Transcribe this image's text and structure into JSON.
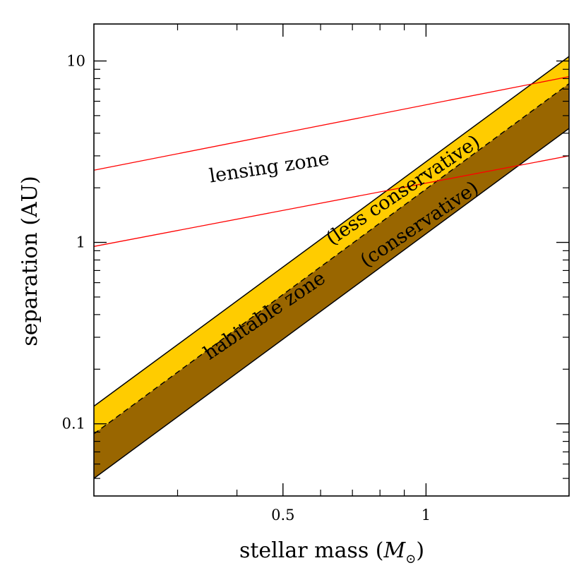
{
  "chart_data": {
    "type": "area",
    "xlabel": "stellar mass (",
    "xlabel_symbol": "M",
    "xlabel_sub": "⊙",
    "xlabel_close": ")",
    "ylabel": "separation (AU)",
    "x_scale": "log",
    "y_scale": "log",
    "xlim": [
      0.2,
      2.0
    ],
    "ylim": [
      0.04,
      16
    ],
    "x_tick_labels": [
      {
        "value": 0.5,
        "label": "0.5"
      },
      {
        "value": 1,
        "label": "1"
      }
    ],
    "y_tick_labels": [
      {
        "value": 0.1,
        "label": "0.1"
      },
      {
        "value": 1,
        "label": "1"
      },
      {
        "value": 10,
        "label": "10"
      }
    ],
    "x_minor_ticks": [
      0.3,
      0.4,
      0.6,
      0.7,
      0.8,
      0.9
    ],
    "y_minor_ticks": [
      0.05,
      0.06,
      0.07,
      0.08,
      0.09,
      0.2,
      0.3,
      0.4,
      0.5,
      0.6,
      0.7,
      0.8,
      0.9,
      2,
      3,
      4,
      5,
      6,
      7,
      8,
      9
    ],
    "series": [
      {
        "name": "habitable zone (less conservative)",
        "color": "#ffcc00",
        "x": [
          0.2,
          2.0
        ],
        "lower": [
          0.088,
          7.5
        ],
        "upper": [
          0.125,
          10.6
        ]
      },
      {
        "name": "habitable zone (conservative)",
        "color": "#996600",
        "x": [
          0.2,
          2.0
        ],
        "lower": [
          0.05,
          4.25
        ],
        "upper": [
          0.088,
          7.5
        ]
      },
      {
        "name": "lensing zone",
        "color": "#ff0000",
        "x": [
          0.2,
          2.0
        ],
        "lower": [
          0.95,
          3.0
        ],
        "upper": [
          2.5,
          8.2
        ]
      }
    ],
    "annotations": [
      {
        "text": "lensing zone",
        "x": 0.47,
        "y": 2.4,
        "angle": -8.6
      },
      {
        "text": "(less conservative)",
        "x": 0.91,
        "y": 1.82,
        "angle": -34
      },
      {
        "text": "habitable zone",
        "x": 0.465,
        "y": 0.37,
        "angle": -34
      },
      {
        "text": "(conservative)",
        "x": 0.985,
        "y": 1.18,
        "angle": -34
      }
    ]
  }
}
